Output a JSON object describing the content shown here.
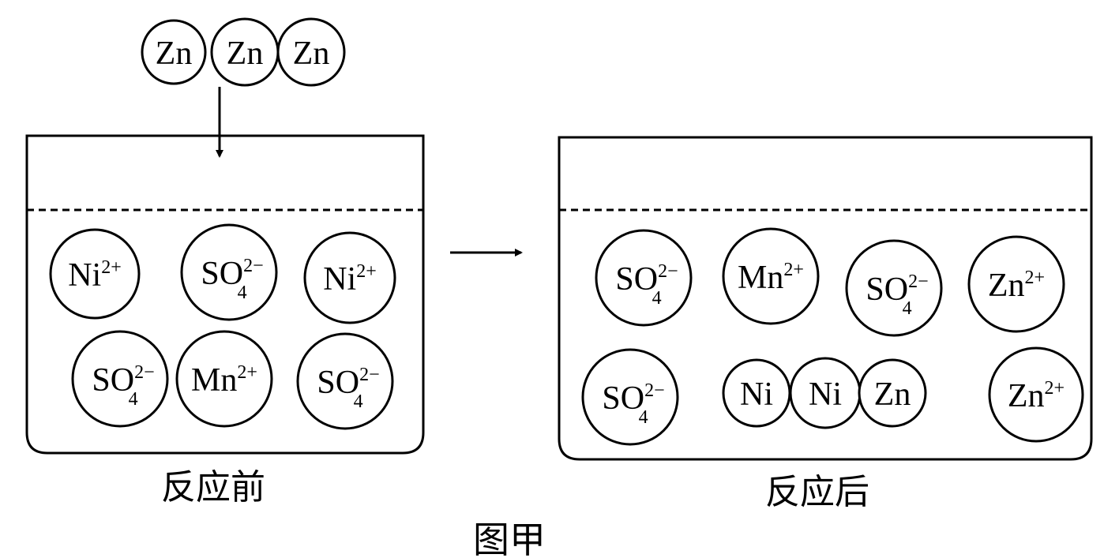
{
  "falling_atoms": [
    {
      "label": "Zn"
    },
    {
      "label": "Zn"
    },
    {
      "label": "Zn"
    }
  ],
  "before": {
    "caption": "反应前",
    "particles": [
      {
        "base": "Ni",
        "sup": "2+",
        "sub": ""
      },
      {
        "base": "SO",
        "sup": "2−",
        "sub": "4"
      },
      {
        "base": "Ni",
        "sup": "2+",
        "sub": ""
      },
      {
        "base": "SO",
        "sup": "2−",
        "sub": "4"
      },
      {
        "base": "Mn",
        "sup": "2+",
        "sub": ""
      },
      {
        "base": "SO",
        "sup": "2−",
        "sub": "4"
      }
    ]
  },
  "after": {
    "caption": "反应后",
    "particles": [
      {
        "base": "SO",
        "sup": "2−",
        "sub": "4"
      },
      {
        "base": "Mn",
        "sup": "2+",
        "sub": ""
      },
      {
        "base": "SO",
        "sup": "2−",
        "sub": "4"
      },
      {
        "base": "Zn",
        "sup": "2+",
        "sub": ""
      },
      {
        "base": "SO",
        "sup": "2−",
        "sub": "4"
      },
      {
        "base": "Ni",
        "sup": "",
        "sub": ""
      },
      {
        "base": "Ni",
        "sup": "",
        "sub": ""
      },
      {
        "base": "Zn",
        "sup": "",
        "sub": ""
      },
      {
        "base": "Zn",
        "sup": "2+",
        "sub": ""
      }
    ]
  },
  "figure_caption": "图甲"
}
